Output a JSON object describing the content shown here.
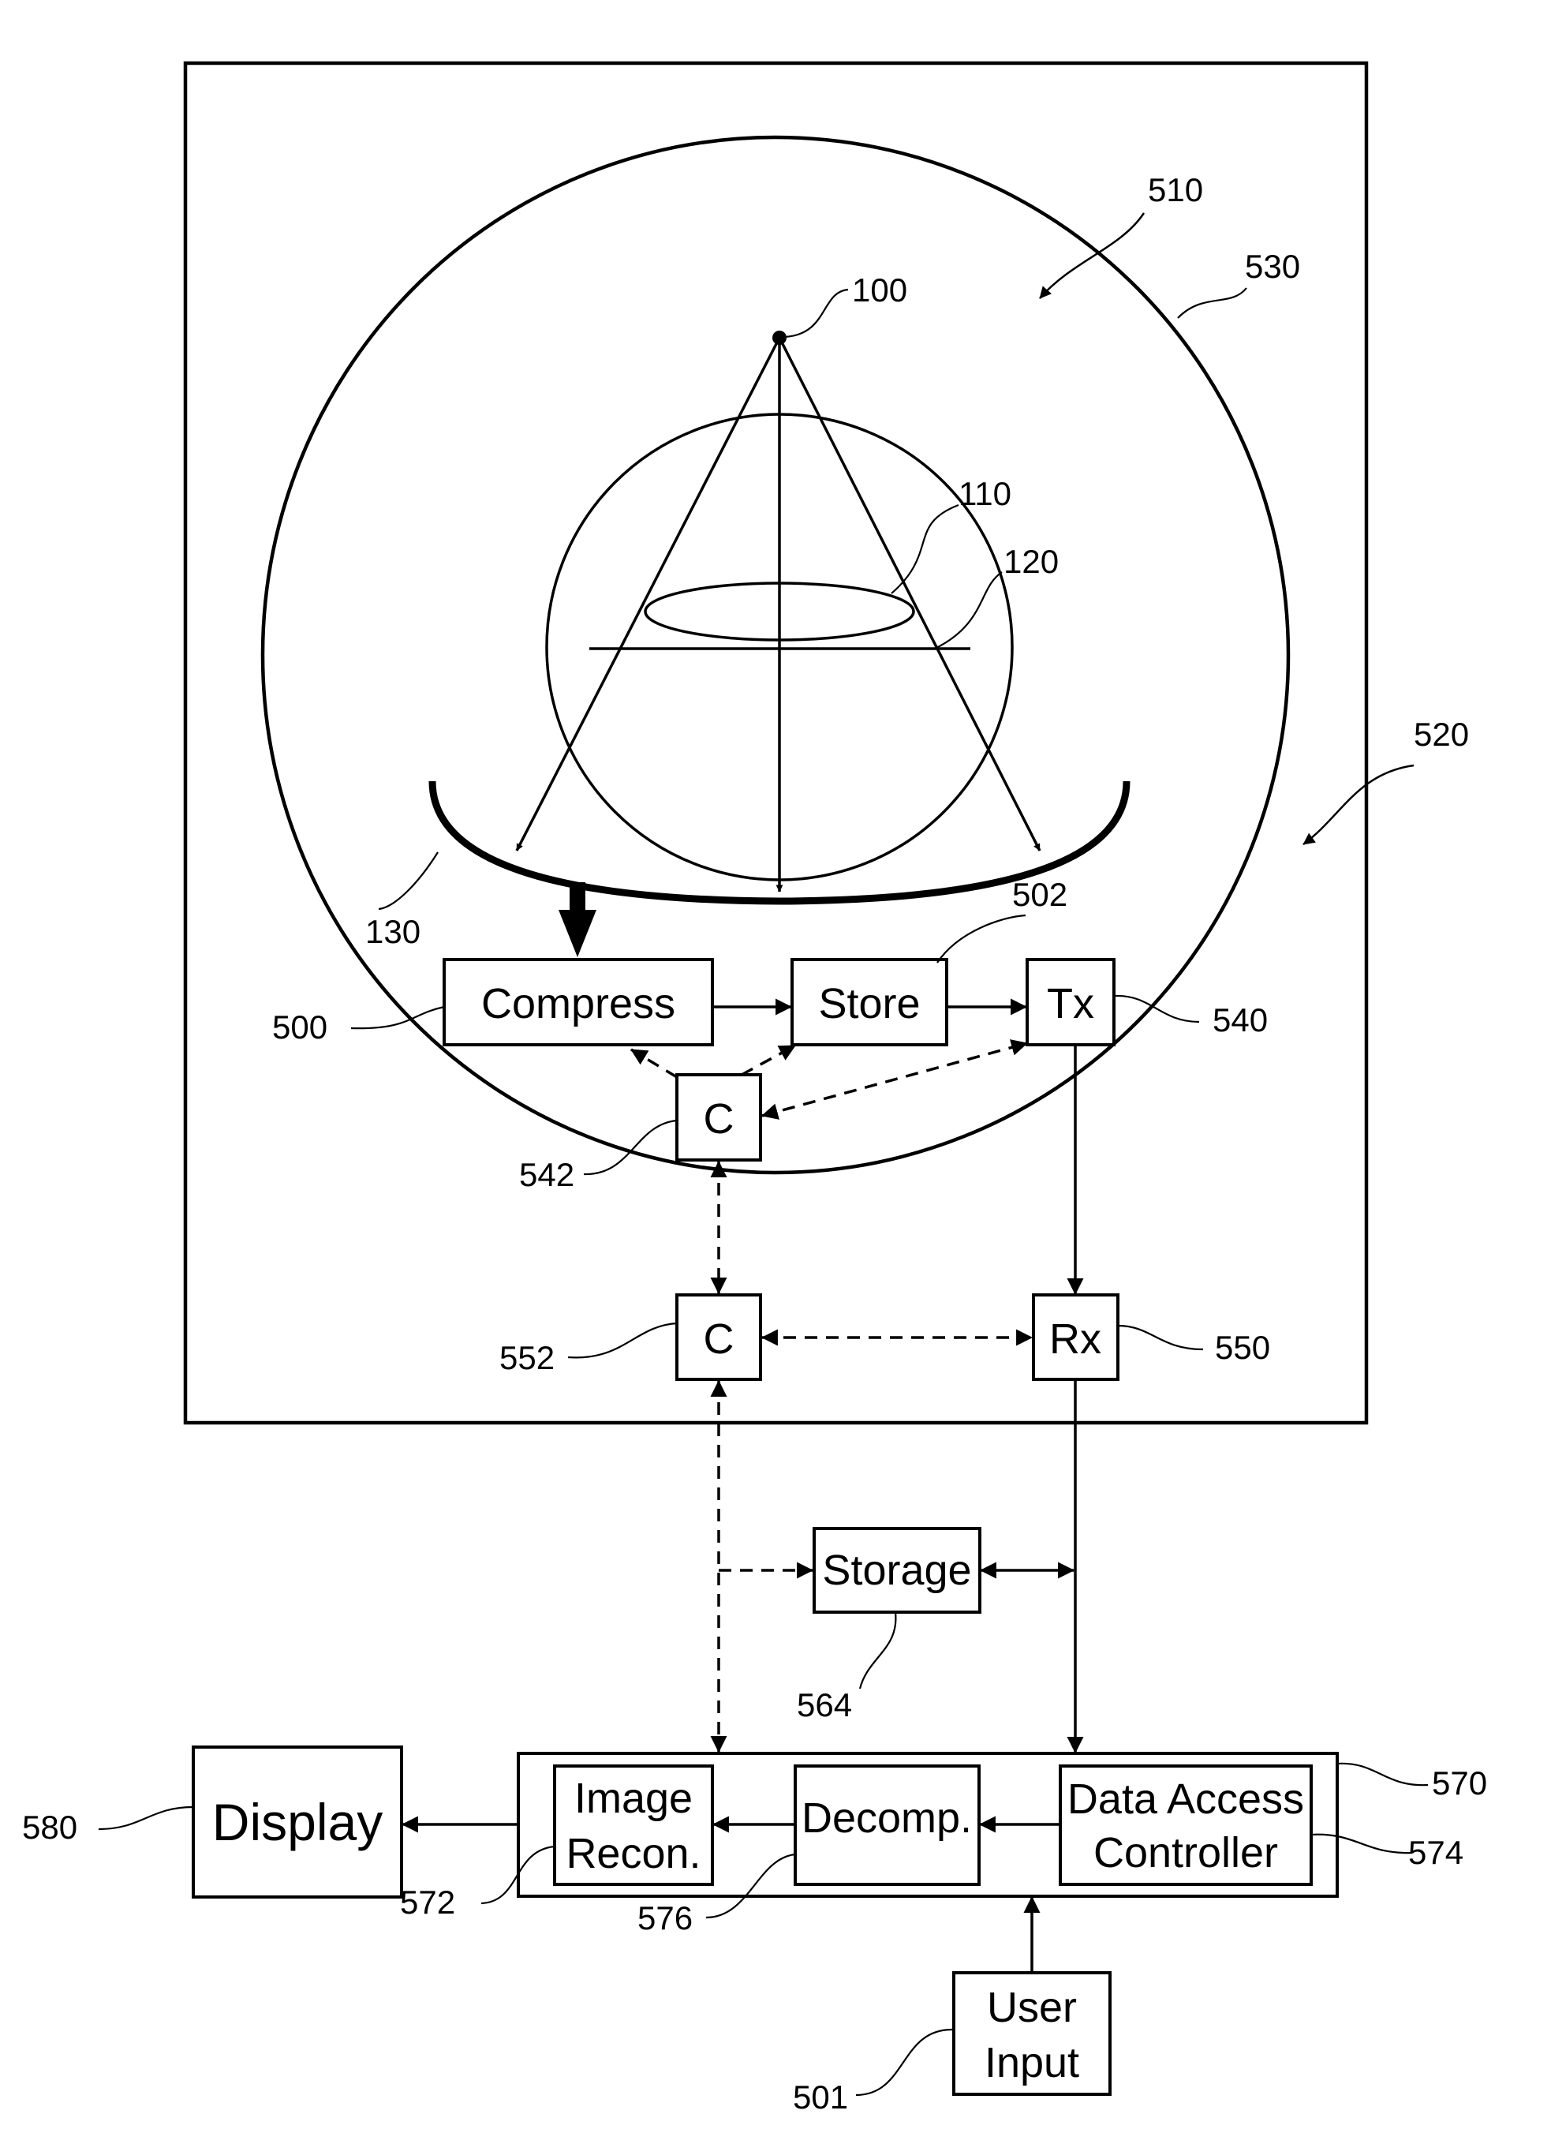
{
  "blocks": {
    "compress": "Compress",
    "store": "Store",
    "tx": "Tx",
    "c_upper": "C",
    "c_lower": "C",
    "rx": "Rx",
    "storage": "Storage",
    "image_recon": [
      "Image",
      "Recon."
    ],
    "decomp": "Decomp.",
    "data_access": [
      "Data Access",
      "Controller"
    ],
    "display": "Display",
    "user_input": [
      "User",
      "Input"
    ]
  },
  "refs": {
    "r100": "100",
    "r110": "110",
    "r120": "120",
    "r130": "130",
    "r500": "500",
    "r501": "501",
    "r502": "502",
    "r510": "510",
    "r520": "520",
    "r530": "530",
    "r540": "540",
    "r542": "542",
    "r550": "550",
    "r552": "552",
    "r564": "564",
    "r570": "570",
    "r572": "572",
    "r574": "574",
    "r576": "576",
    "r580": "580"
  }
}
